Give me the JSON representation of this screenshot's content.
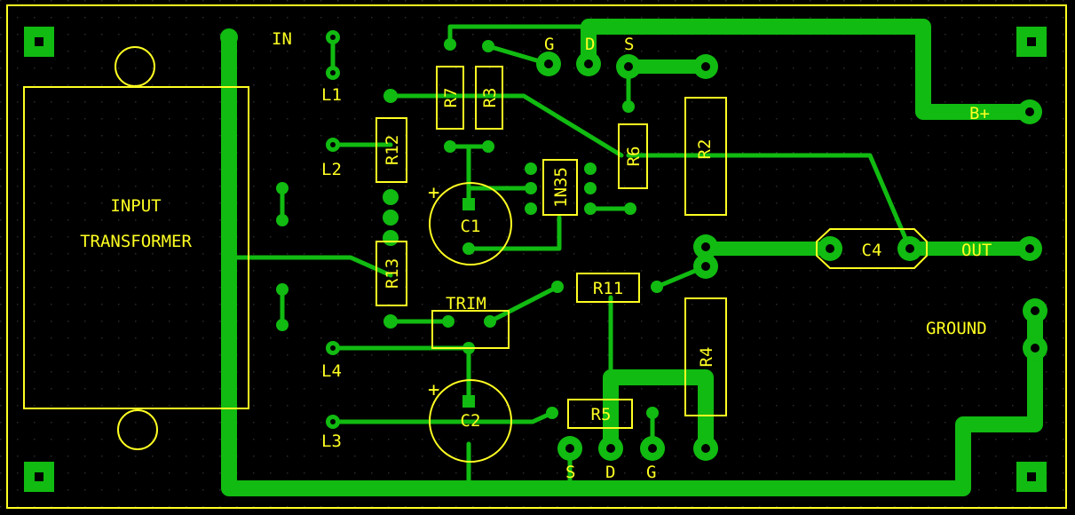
{
  "colors": {
    "background": "#000000",
    "grid_dot": "#2a2a2a",
    "copper": "#11bb11",
    "silkscreen": "#ffff22"
  },
  "labels": {
    "in": "IN",
    "transformer_line1": "INPUT",
    "transformer_line2": "TRANSFORMER",
    "b_plus": "B+",
    "out": "OUT",
    "ground": "GROUND",
    "trim": "TRIM",
    "plus_c1": "+",
    "plus_c2": "+",
    "pad_g_top": "G",
    "pad_d_top": "D",
    "pad_s_top": "S",
    "pad_s_bottom": "S",
    "pad_d_bottom": "D",
    "pad_g_bottom": "G",
    "l1": "L1",
    "l2": "L2",
    "l3": "L3",
    "l4": "L4"
  },
  "components": {
    "r7": "R7",
    "r3": "R3",
    "r12": "R12",
    "r13": "R13",
    "r6": "R6",
    "r2": "R2",
    "r4": "R4",
    "r11": "R11",
    "r5": "R5",
    "c1": "C1",
    "c2": "C2",
    "c4": "C4",
    "diode": "1N35"
  }
}
